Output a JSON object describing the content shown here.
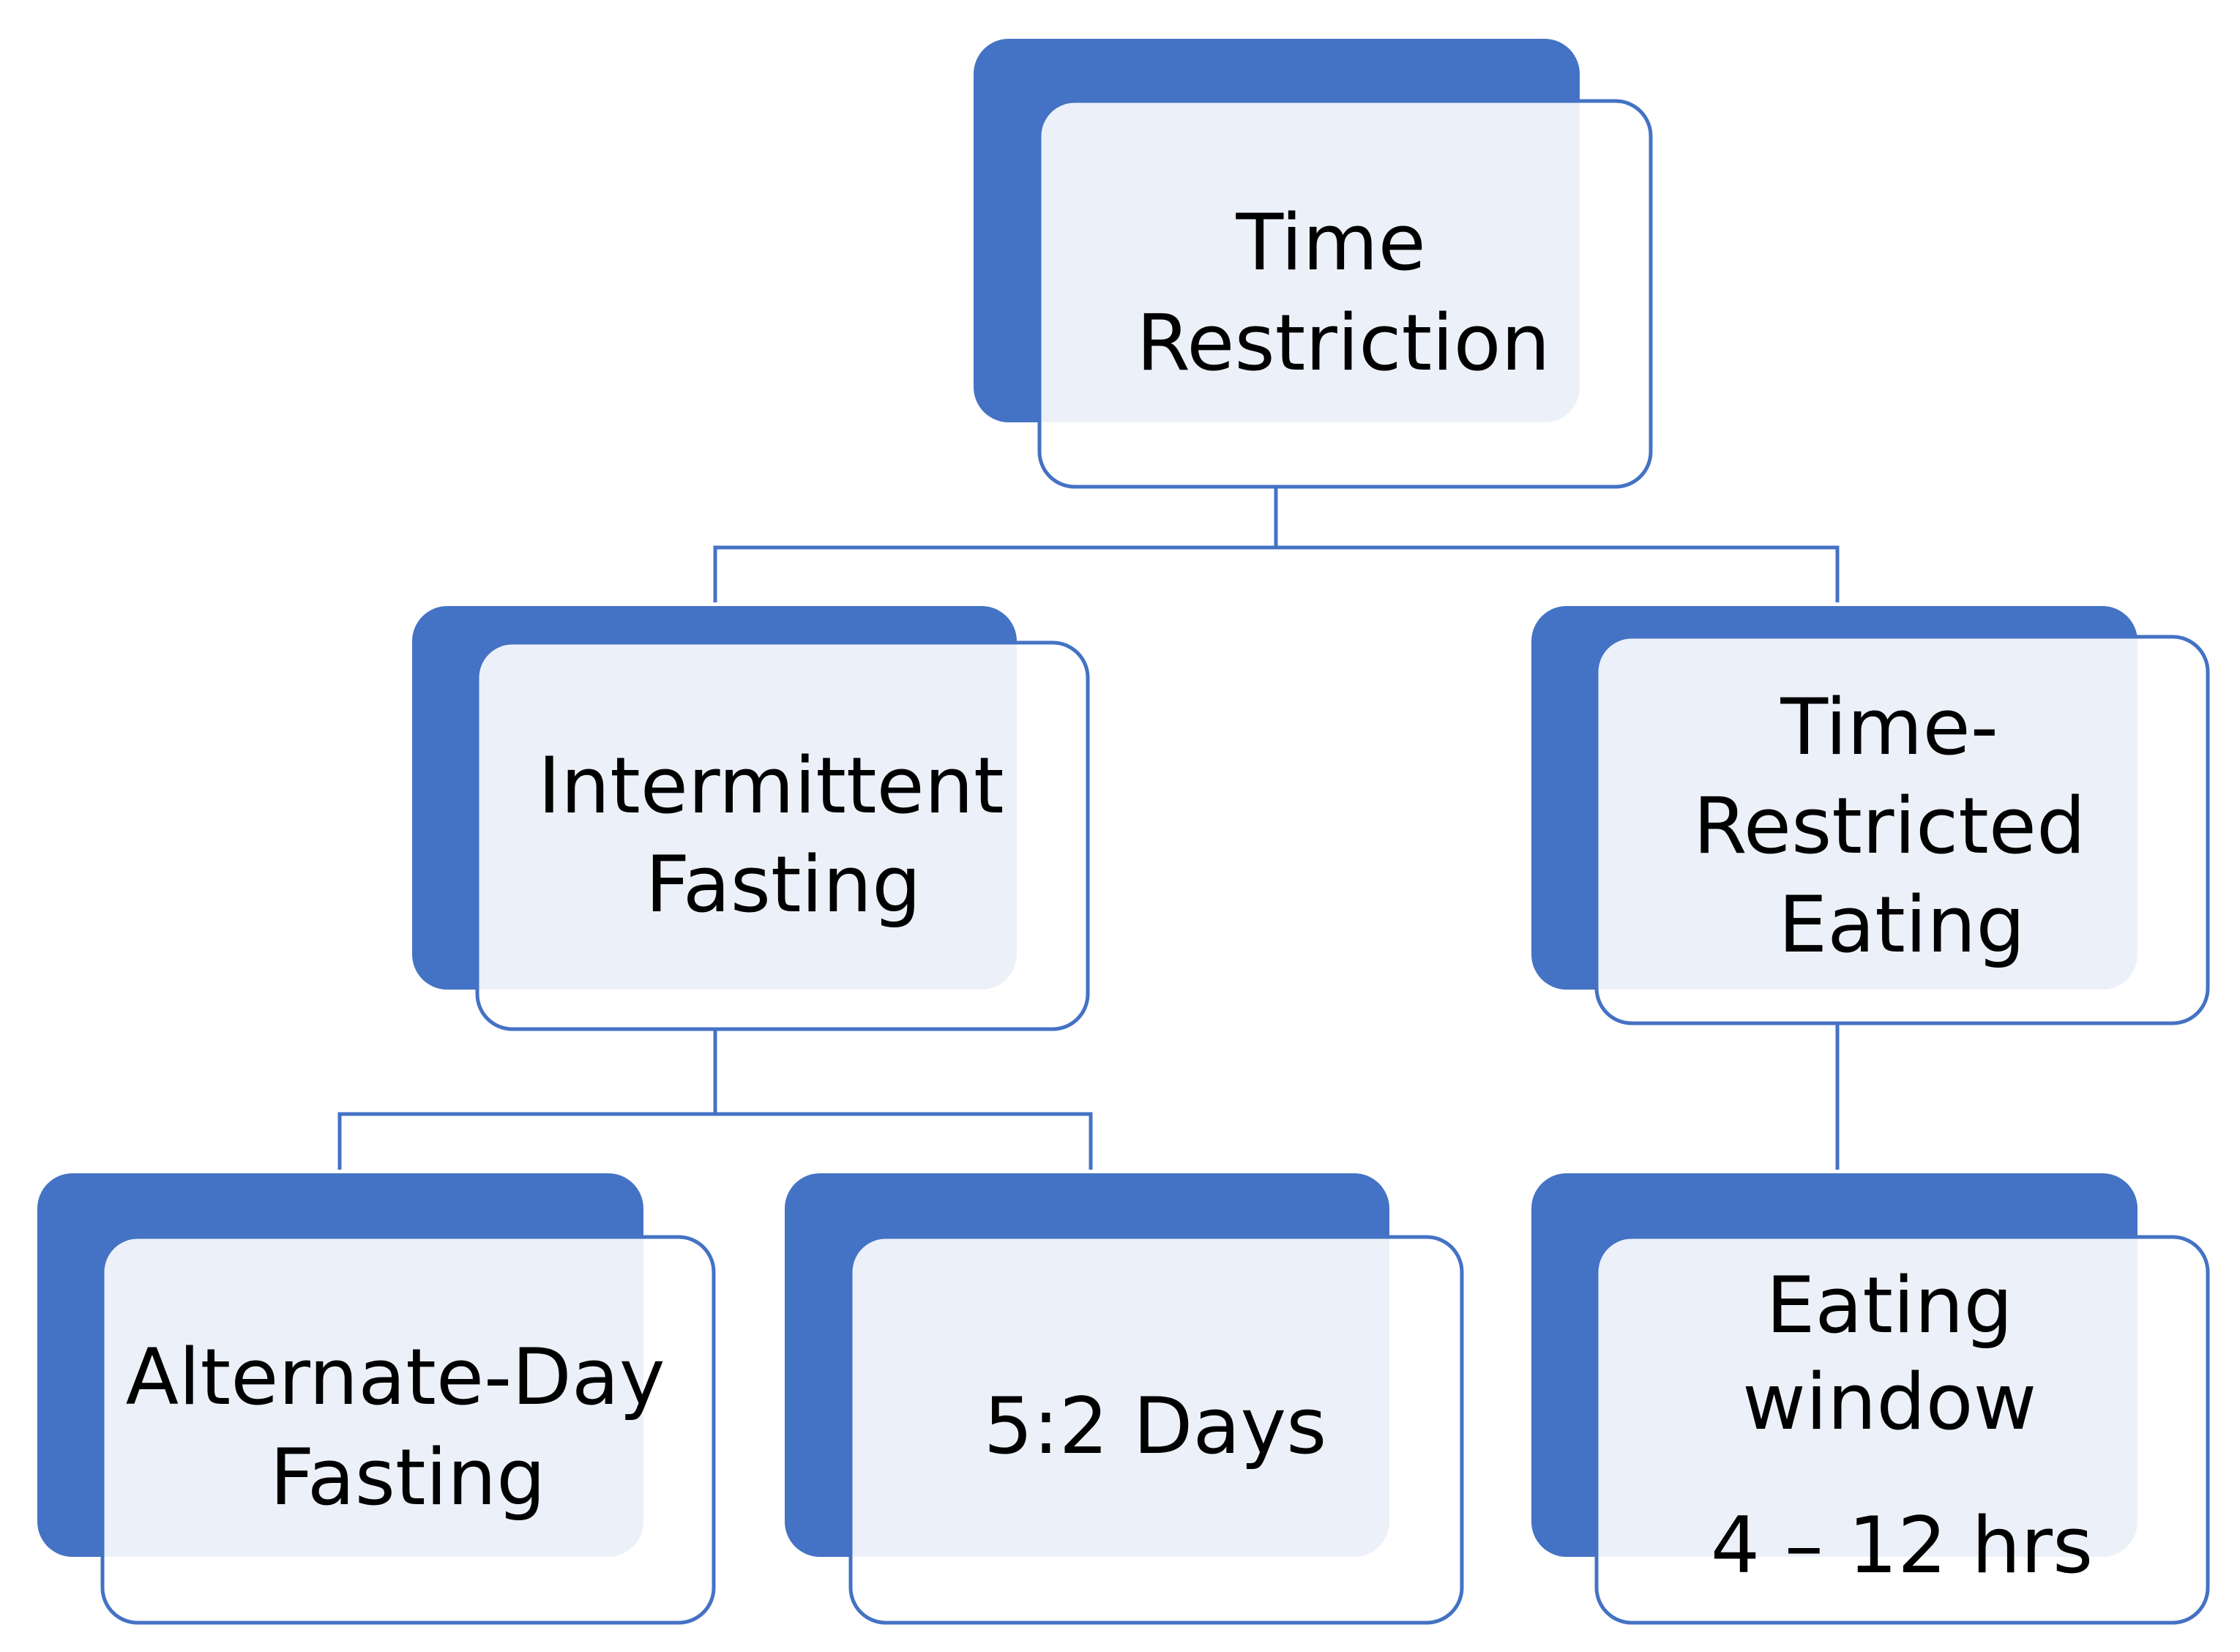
{
  "colors": {
    "accent": "#4472c4",
    "card_fill": "#ffffff",
    "text": "#000000"
  },
  "nodes": {
    "time_restriction": {
      "lines": [
        "Time",
        "Restriction"
      ]
    },
    "intermittent_fasting": {
      "lines": [
        "Intermittent",
        "Fasting"
      ]
    },
    "time_restricted_eating": {
      "lines": [
        "Time-",
        "Restricted",
        "Eating"
      ]
    },
    "alternate_day_fasting": {
      "lines": [
        "Alternate-Day",
        "Fasting"
      ]
    },
    "five_two_days": {
      "lines": [
        "5:2 Days"
      ]
    },
    "eating_window": {
      "lines": [
        "Eating",
        "window",
        "4 – 12 hrs"
      ]
    }
  },
  "edges": [
    {
      "from": "time_restriction",
      "to": "intermittent_fasting"
    },
    {
      "from": "time_restriction",
      "to": "time_restricted_eating"
    },
    {
      "from": "intermittent_fasting",
      "to": "alternate_day_fasting"
    },
    {
      "from": "intermittent_fasting",
      "to": "five_two_days"
    },
    {
      "from": "time_restricted_eating",
      "to": "eating_window"
    }
  ]
}
